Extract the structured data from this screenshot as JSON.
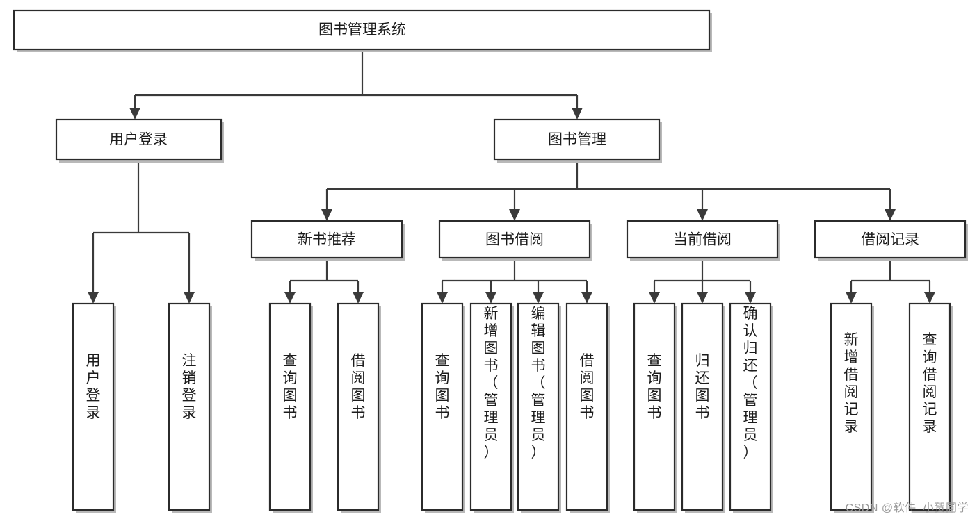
{
  "diagram": {
    "title": "图书管理系统",
    "type": "tree-hierarchy",
    "orientation": "top-down",
    "watermark": "CSDN @软件_小贺同学",
    "colors": {
      "background": "#ffffff",
      "box_stroke": "#2b2b2b",
      "box_fill": "#ffffff",
      "connector": "#3a3a3a",
      "text": "#1c1c1c",
      "shadow": "#b9b9b9",
      "watermark": "#9a9a9a"
    },
    "root": {
      "id": "root",
      "label": "图书管理系统"
    },
    "level2": [
      {
        "id": "user-login",
        "label": "用户登录"
      },
      {
        "id": "book-manage",
        "label": "图书管理"
      }
    ],
    "level3": [
      {
        "id": "new-book-rec",
        "label": "新书推荐",
        "parent": "book-manage"
      },
      {
        "id": "book-borrow",
        "label": "图书借阅",
        "parent": "book-manage"
      },
      {
        "id": "current-borrow",
        "label": "当前借阅",
        "parent": "book-manage"
      },
      {
        "id": "borrow-record",
        "label": "借阅记录",
        "parent": "book-manage"
      }
    ],
    "leaves": [
      {
        "id": "leaf-user-login",
        "label": "用户登录",
        "parent": "user-login"
      },
      {
        "id": "leaf-logout",
        "label": "注销登录",
        "parent": "user-login"
      },
      {
        "id": "leaf-query-book-1",
        "label": "查询图书",
        "parent": "new-book-rec"
      },
      {
        "id": "leaf-borrow-book-1",
        "label": "借阅图书",
        "parent": "new-book-rec"
      },
      {
        "id": "leaf-query-book-2",
        "label": "查询图书",
        "parent": "book-borrow"
      },
      {
        "id": "leaf-add-book",
        "label": "新增图书（管理员）",
        "parent": "book-borrow"
      },
      {
        "id": "leaf-edit-book",
        "label": "编辑图书（管理员）",
        "parent": "book-borrow"
      },
      {
        "id": "leaf-borrow-book-2",
        "label": "借阅图书",
        "parent": "book-borrow"
      },
      {
        "id": "leaf-query-book-3",
        "label": "查询图书",
        "parent": "current-borrow"
      },
      {
        "id": "leaf-return-book",
        "label": "归还图书",
        "parent": "current-borrow"
      },
      {
        "id": "leaf-confirm-return",
        "label": "确认归还（管理员）",
        "parent": "current-borrow"
      },
      {
        "id": "leaf-add-record",
        "label": "新增借阅记录",
        "parent": "borrow-record"
      },
      {
        "id": "leaf-query-record",
        "label": "查询借阅记录",
        "parent": "borrow-record"
      }
    ]
  }
}
